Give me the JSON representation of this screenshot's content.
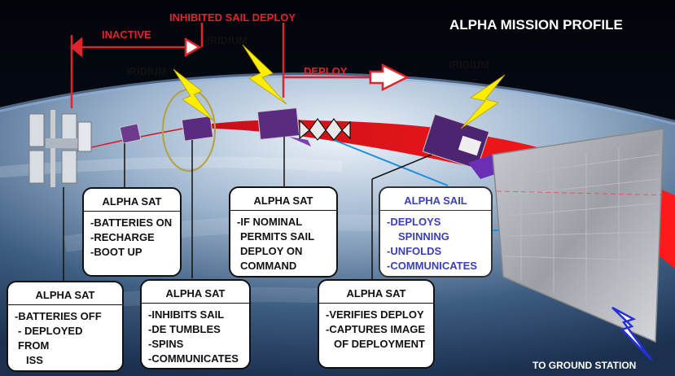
{
  "title": "ALPHA MISSION PROFILE",
  "phase_labels": {
    "inactive": "INACTIVE",
    "inhibited": "INHIBITED SAIL DEPLOY",
    "deploy": "DEPLOY"
  },
  "iridium_labels": [
    "IRIDIUM",
    "IRIDIUM",
    "IRIDIUM"
  ],
  "ground_label": "TO GROUND STATION",
  "boxes": [
    {
      "title": "ALPHA SAT",
      "items": [
        "-BATTERIES OFF",
        "- DEPLOYED FROM",
        "  ISS"
      ]
    },
    {
      "title": "ALPHA SAT",
      "items": [
        "-BATTERIES ON",
        "-RECHARGE",
        "-BOOT UP"
      ]
    },
    {
      "title": "ALPHA SAT",
      "items": [
        "-INHIBITS SAIL",
        "-DE TUMBLES",
        "-SPINS",
        "-COMMUNICATES"
      ]
    },
    {
      "title": "ALPHA SAT",
      "items": [
        "-IF NOMINAL",
        "PERMITS SAIL",
        "DEPLOY ON",
        "COMMAND"
      ]
    },
    {
      "title": "ALPHA SAT",
      "items": [
        "-VERIFIES DEPLOY",
        "-CAPTURES IMAGE",
        "OF DEPLOYMENT"
      ]
    },
    {
      "title": "ALPHA SAIL",
      "items": [
        "-DEPLOYS",
        "SPINNING",
        "-UNFOLDS",
        "-COMMUNICATES"
      ]
    }
  ],
  "colors": {
    "phase_red": "#e0242b",
    "sail_text": "#3a3fb8",
    "lightning": "#ffee00",
    "ground_bolt": "#2730d8"
  }
}
